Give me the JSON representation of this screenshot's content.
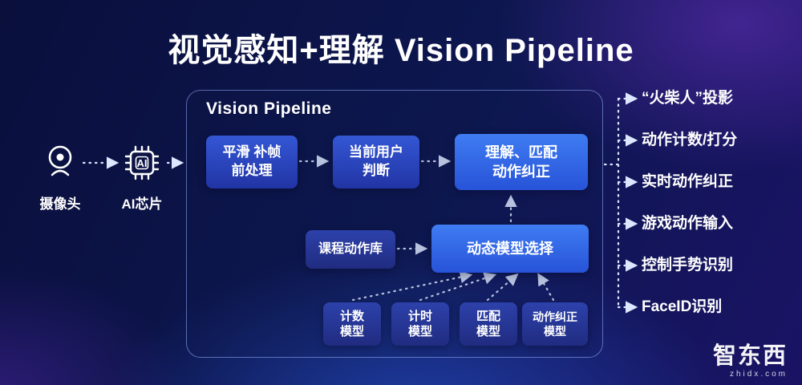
{
  "title": "视觉感知+理解 Vision Pipeline",
  "colors": {
    "accent_blue": "#2753d8",
    "bright_node": "#3f7cf2",
    "arrow": "#dde7ff",
    "background_navy": "#0d1750",
    "background_purple": "#5a2dbe"
  },
  "input": {
    "camera_icon": "webcam-icon",
    "camera_label": "摄像头",
    "chip_icon": "ai-chip-icon",
    "chip_label": "AI芯片",
    "chip_text": "AI"
  },
  "pipeline": {
    "label": "Vision Pipeline",
    "top_nodes": [
      {
        "line1": "平滑 补帧",
        "line2": "前处理"
      },
      {
        "line1": "当前用户",
        "line2": "判断"
      },
      {
        "line1": "理解、匹配",
        "line2": "动作纠正"
      }
    ],
    "course_library": {
      "label": "课程动作库"
    },
    "dynamic_selector": {
      "label": "动态模型选择"
    },
    "model_nodes": [
      {
        "line1": "计数",
        "line2": "模型"
      },
      {
        "line1": "计时",
        "line2": "模型"
      },
      {
        "line1": "匹配",
        "line2": "模型"
      },
      {
        "line1": "动作纠正",
        "line2": "模型"
      }
    ]
  },
  "outputs": [
    "“火柴人”投影",
    "动作计数/打分",
    "实时动作纠正",
    "游戏动作输入",
    "控制手势识别",
    "FaceID识别"
  ],
  "watermark": {
    "name": "智东西",
    "site": "zhidx.com"
  }
}
